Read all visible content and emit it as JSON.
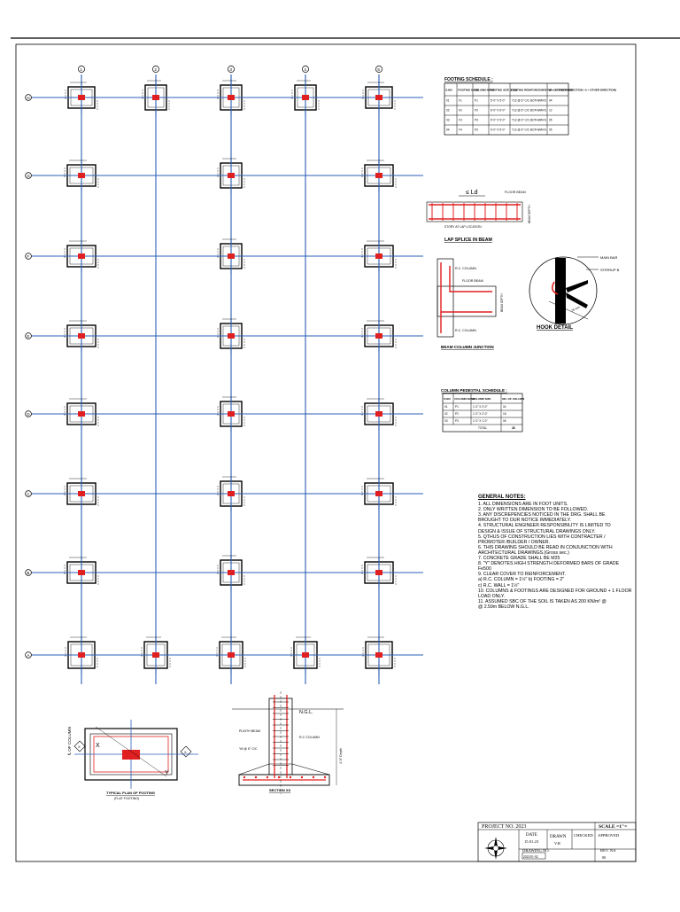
{
  "gridBubbles": {
    "top": [
      "1",
      "2",
      "3",
      "4",
      "5"
    ],
    "left": [
      "H",
      "G",
      "F",
      "E",
      "D",
      "C",
      "B",
      "A"
    ]
  },
  "footingSchedule": {
    "title": "FOOTING SCHEDULE :",
    "headers": [
      "S.NO",
      "FOOTING NAME",
      "COLUMN NAME",
      "FOOTING SIZE (LXB)",
      "FOOTING REINFORCEMENT (P = 1 ORDER DIRECTION / A = OTHER DIRECTION)",
      "NO. OF FOOTINGS"
    ],
    "rows": [
      [
        "01",
        "F1",
        "P1",
        "5'-0\" X 5'-0\"",
        "Y12 @ 6\" C/C BOTHWAYS",
        "04"
      ],
      [
        "02",
        "F2",
        "P2",
        "6'-0\" X 6'-0\"",
        "Y12 @ 6\" C/C BOTHWAYS",
        "12"
      ],
      [
        "03",
        "F3",
        "P3",
        "5'-0\" X 5'-0\"",
        "Y12 @ 6\" C/C BOTHWAYS",
        "05"
      ],
      [
        "04",
        "F4",
        "P3",
        "5'-0\" X 5'-0\"",
        "Y12 @ 6\" C/C BOTHWAYS",
        "05"
      ]
    ]
  },
  "lapSplice": {
    "title": "LAP SPLICE IN BEAM",
    "ld": "≤ Ld",
    "floorBeam": "FLOOR BEAM",
    "note": "STORY AT LAP LOCATION",
    "depth": "BEAM DEPTH"
  },
  "beamColumn": {
    "title": "BEAM COLUMN JUNCTION",
    "rcColumnTop": "R.C. COLUMN",
    "floorBeam": "FLOOR BEAM",
    "rcColumnBottom": "R.C. COLUMN",
    "beamDepth": "BEAM DEPTH"
  },
  "hookDetail": {
    "title": "HOOK DETAIL",
    "mainBar": "MAIN BAR",
    "stirrup": "STIRRUP B",
    "dim": "75 mm"
  },
  "columnPedestal": {
    "title": "COLUMN PEDESTAL SCHEDULE :",
    "headers": [
      "S.NO",
      "COLUMN NAME",
      "COLUMN SIZE",
      "NO. OF COLUMN"
    ],
    "rows": [
      [
        "01",
        "P1",
        "1'-0\" X 2'-0\"",
        "04"
      ],
      [
        "02",
        "P2",
        "1'-0\" X 2'-0\"",
        "18"
      ],
      [
        "03",
        "P3",
        "1'-0\" X 1'-0\"",
        "06"
      ]
    ],
    "totalLabel": "TOTAL",
    "total": "28"
  },
  "generalNotes": {
    "title": "GENERAL NOTES:",
    "lines": [
      "1. ALL DIMENSIONS ARE IN FOOT UNITS.",
      "2. ONLY WRITTEN DIMENSION TO BE FOLLOWED.",
      "3. ANY DISCREPENCIES NOTICED IN THE DRG. SHALL BE",
      "    BROUGHT TO OUR NOTICE IMMEDIATELY.",
      "4. STRUCTURAL ENGINEER RESPONSIBILITY IS LIMITED TO",
      "    DESIGN & ISSUE OF STRUCTURAL DRAWINGS ONLY.",
      "5. QTHUS OF CONSTRUCTION LIES WITH CONTRACTER /",
      "    PROMOTER /BUILDER / OWNER.",
      "6. THIS DRAWING SHOULD BE READ IN CONJUNCTION WITH",
      "    ARCHITECTURAL DRAWINGS.(Gross sec.)",
      "7. CONCRETE GRADE SHALL BE M25",
      "8. \"Y\" DENOTES HIGH STRENGTH DEFORMED BARS OF GRADE",
      "    Fe500",
      "9. CLEAR COVER TO REINFORCEMENT.",
      "    a) R.C. COLUMN = 1½\" b) FOOTING = 2\"",
      "    c) R.C. WALL = 1½\"",
      "10. COLUMNS & FOOTINGS ARE DESIGNED FOR GROUND + 1 FLOOR",
      "    LOAD ONLY.",
      "11. ASSUMED SBC OF THE SOIL IS TAKEN AS 200 KN/m² @",
      "    @ 2.59m BELOW N.G.L."
    ]
  },
  "isolatedFooting": {
    "title": "TYPICAL PLAN OF FOOTING",
    "subtitle": "(FLAT FOOTING)",
    "colLabel": "℄ OF COLUMN",
    "x": "X",
    "y": "Y"
  },
  "section": {
    "title": "SECTION XX",
    "ngl": "N.G.L.",
    "plinthBeam": "PLINTH BEAM",
    "rcColumn": "R.C COLUMN",
    "bars": "Y8 @ 6\" C/C",
    "depth": "4'-0\" Depth"
  },
  "titleBlock": {
    "project": "PROJECT NO. 2023",
    "scale": "SCALE =1\"=",
    "date": "DATE",
    "dateVal": "15.01.23",
    "drawn": "DRAWN",
    "drawnVal": "V.R",
    "checked": "CHECKED",
    "approved": "APPROVED",
    "drawingNo": "DRAWING NO.",
    "drawingNoVal": "2023/01-02",
    "rev": "REV. NA",
    "revVal": "00"
  },
  "colors": {
    "grid": "#2a5fb8",
    "rebar": "#e02020",
    "line": "#000000"
  }
}
